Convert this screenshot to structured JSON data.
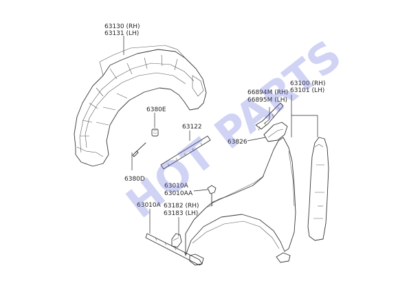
{
  "labels": {
    "p63130": "63130 (RH)",
    "p63131": "63131 (LH)",
    "p6380E": "6380E",
    "p63122": "63122",
    "p6380D": "6380D",
    "p66894M": "66894M (RH)",
    "p66895M": "66895M (LH)",
    "p63826": "63826",
    "p63100": "63100 (RH)",
    "p63101": "63101 (LH)",
    "p63010A_a": "63010A",
    "p63010AA": "63010AA",
    "p63010A_b": "63010A",
    "p63182": "63182 (RH)",
    "p63183": "63183 (LH)"
  },
  "watermark": {
    "text": "HOT PARTS",
    "color": "#5a63d8"
  },
  "colors": {
    "line": "#333333",
    "text": "#222222",
    "background": "#ffffff"
  }
}
